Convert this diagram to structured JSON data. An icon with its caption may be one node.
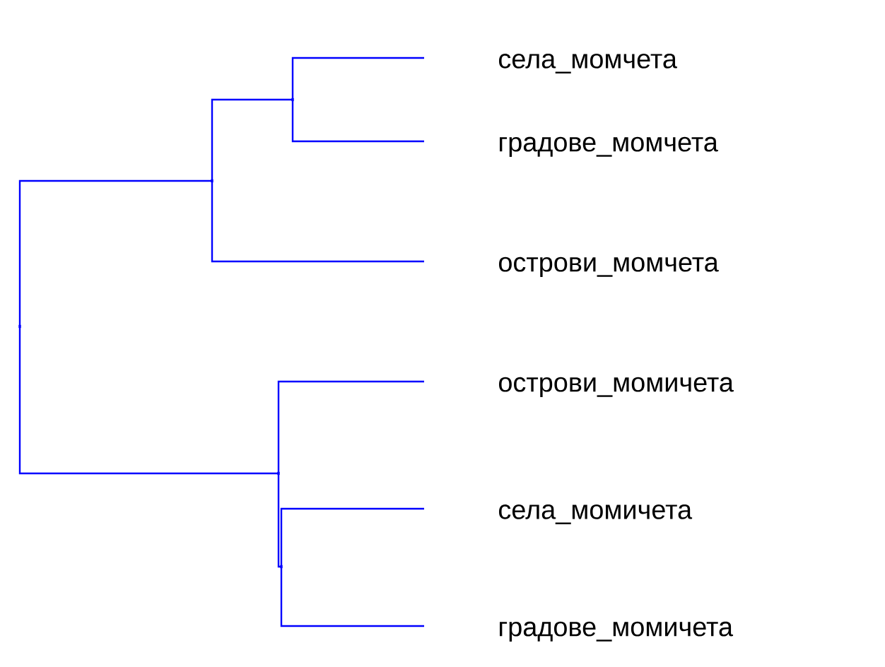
{
  "diagram": {
    "nodes": [
      {
        "text": [
          "села_момчета"
        ]
      },
      {
        "text": [
          "градове_момчета"
        ]
      },
      {
        "text": [
          "острови_момчета"
        ]
      },
      {
        "text": [
          "острови_момичета"
        ]
      },
      {
        "text": [
          "села_момичета"
        ]
      },
      {
        "text": [
          "градове_момичета"
        ]
      },
      {
        "text": [],
        "shape": "bar"
      },
      {
        "text": [],
        "shape": "bar"
      },
      {
        "text": [],
        "shape": "bar"
      },
      {
        "text": [],
        "shape": "bar"
      },
      {
        "text": [],
        "shape": "bar"
      }
    ],
    "edges": [
      {
        "from": 10,
        "to": 7,
        "arrow": "none",
        "color": "#0000ff"
      },
      {
        "from": 10,
        "to": 9,
        "arrow": "none",
        "color": "#0000ff"
      },
      {
        "from": 7,
        "to": 6,
        "arrow": "none",
        "color": "#0000ff"
      },
      {
        "from": 7,
        "to": 2,
        "arrow": "none",
        "color": "#0000ff"
      },
      {
        "from": 6,
        "to": 0,
        "arrow": "none",
        "color": "#0000ff"
      },
      {
        "from": 6,
        "to": 1,
        "arrow": "none",
        "color": "#0000ff"
      },
      {
        "from": 9,
        "to": 3,
        "arrow": "none",
        "color": "#0000ff"
      },
      {
        "from": 9,
        "to": 8,
        "arrow": "none",
        "color": "#0000ff"
      },
      {
        "from": 8,
        "to": 4,
        "arrow": "none",
        "color": "#0000ff"
      },
      {
        "from": 8,
        "to": 5,
        "arrow": "none",
        "color": "#0000ff"
      }
    ]
  }
}
